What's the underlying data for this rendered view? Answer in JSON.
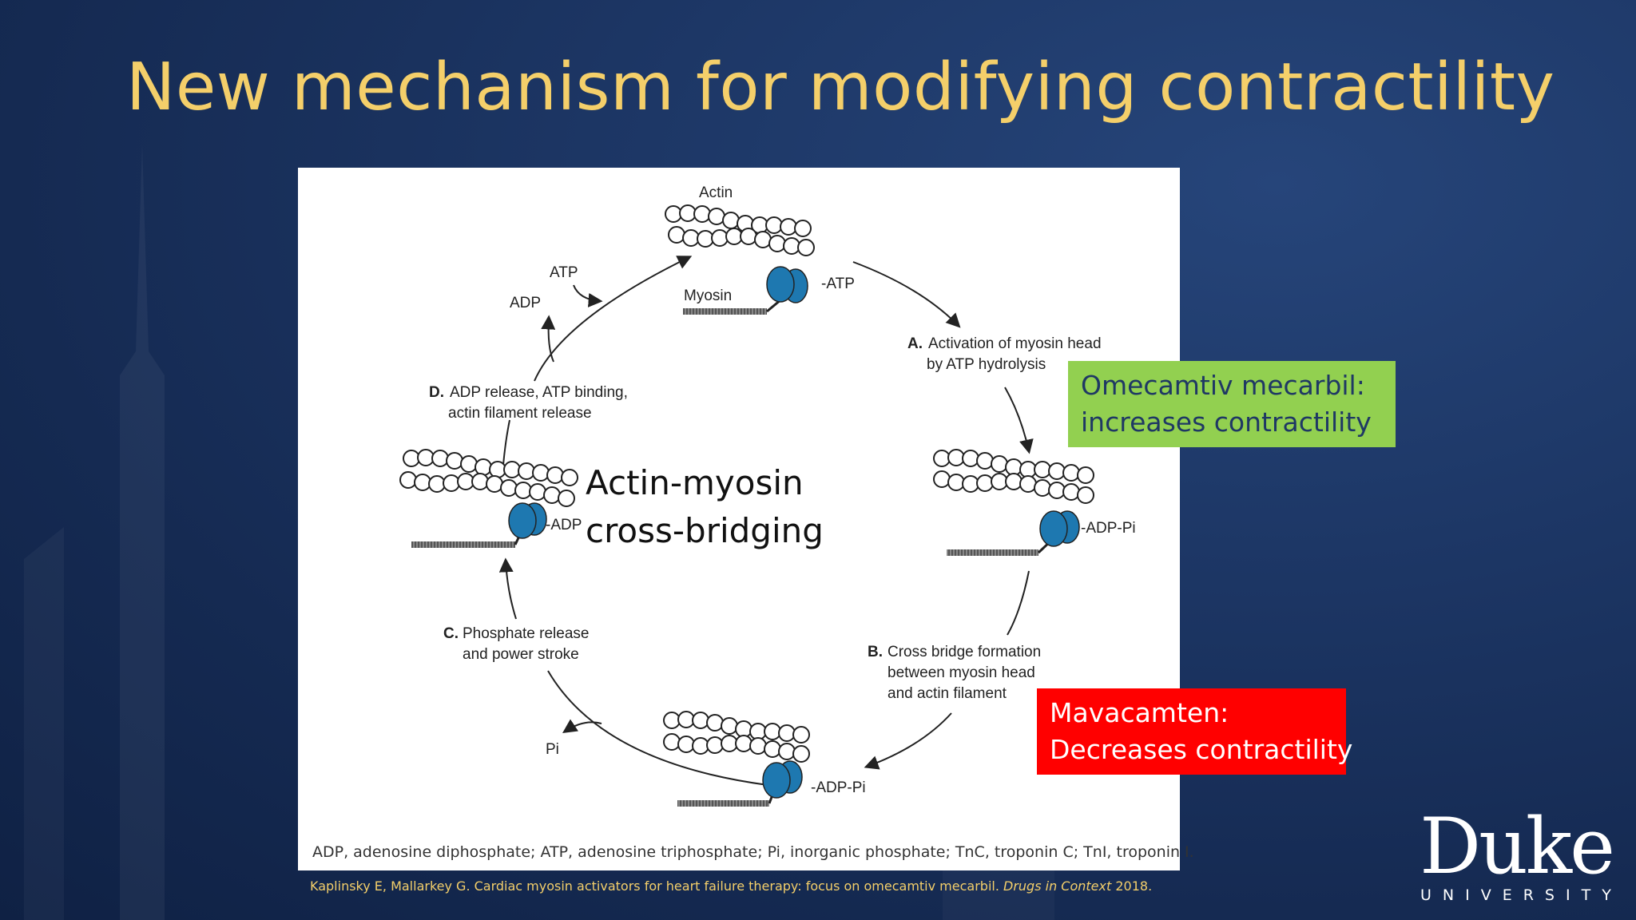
{
  "slide": {
    "title": "New mechanism for modifying contractility"
  },
  "figure": {
    "center_label_line1": "Actin-myosin",
    "center_label_line2": "cross-bridging",
    "top_actin": "Actin",
    "top_myosin": "Myosin",
    "top_atp": "-ATP",
    "step_a_letter": "A.",
    "step_a_line1": "Activation of myosin head",
    "step_a_line2": "by ATP hydrolysis",
    "right_adppi": "-ADP-Pi",
    "step_b_letter": "B.",
    "step_b_line1": "Cross bridge formation",
    "step_b_line2": "between myosin head",
    "step_b_line3": "and actin filament",
    "bottom_adppi": "-ADP-Pi",
    "pi": "Pi",
    "step_c_letter": "C.",
    "step_c_line1": "Phosphate release",
    "step_c_line2": "and power stroke",
    "left_adp": "-ADP",
    "step_d_letter": "D.",
    "step_d_line1": "ADP release, ATP binding,",
    "step_d_line2": "actin filament release",
    "adp_out": "ADP",
    "atp_in": "ATP",
    "caption": "ADP, adenosine diphosphate; ATP, adenosine triphosphate; Pi, inorganic phosphate; TnC, troponin C; TnI, troponin I."
  },
  "callouts": {
    "green_line1": "Omecamtiv mecarbil:",
    "green_line2": "increases contractility",
    "green_color": "#92d050",
    "red_line1": "Mavacamten:",
    "red_line2": "Decreases contractility",
    "red_color": "#ff0000"
  },
  "citation": {
    "text": "Kaplinsky E, Mallarkey G. Cardiac myosin activators for heart failure therapy: focus on omecamtiv mecarbil.",
    "journal": "Drugs in Context",
    "year": "2018."
  },
  "logo": {
    "name": "Duke",
    "subtitle": "UNIVERSITY"
  },
  "colors": {
    "title": "#f4cf6a",
    "myosin_head": "#1e78b0",
    "background": "#1d3766"
  }
}
